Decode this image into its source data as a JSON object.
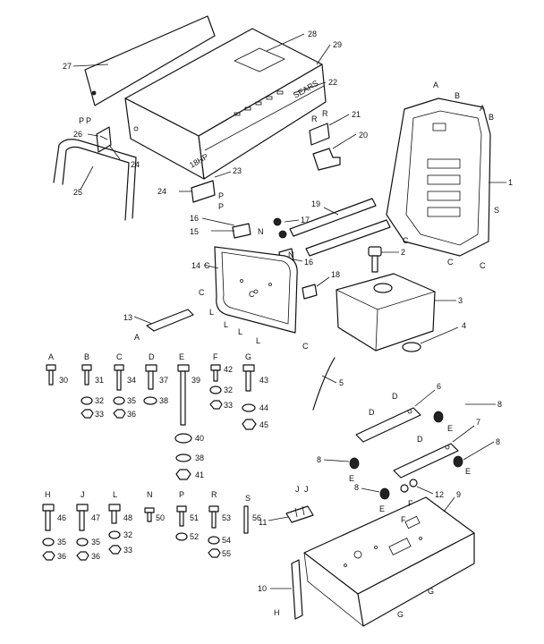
{
  "callouts": {
    "n1": "1",
    "n2": "2",
    "n3": "3",
    "n4": "4",
    "n5": "5",
    "n6": "6",
    "n7": "7",
    "n8a": "8",
    "n8b": "8",
    "n8c": "8",
    "n8d": "8",
    "n9": "9",
    "n10": "10",
    "n11": "11",
    "n12": "12",
    "n13": "13",
    "n14": "14",
    "n15": "15",
    "n16a": "16",
    "n16b": "16",
    "n17": "17",
    "n18": "18",
    "n19": "19",
    "n20": "20",
    "n21": "21",
    "n22": "22",
    "n23": "23",
    "n24a": "24",
    "n24b": "24",
    "n25": "25",
    "n26": "26",
    "n27": "27",
    "n28": "28",
    "n29": "29"
  },
  "letters": {
    "A1": "A",
    "B1": "B",
    "A2": "A",
    "B2": "B",
    "S1": "S",
    "C1": "C",
    "C2": "C",
    "C3": "C",
    "P1": "P",
    "P2": "P",
    "P3": "P",
    "P4": "P",
    "R1": "R",
    "R2": "R",
    "N1": "N",
    "N2": "N",
    "C4": "C",
    "C5": "C",
    "C6": "C",
    "C7": "C",
    "L1": "L",
    "L2": "L",
    "L3": "L",
    "L4": "L",
    "A3": "A",
    "D1": "D",
    "D2": "D",
    "E1": "E",
    "E2": "E",
    "E3": "E",
    "D3": "D",
    "E4": "E",
    "F1": "F",
    "F2": "F",
    "G1": "G",
    "G2": "G",
    "H1": "H",
    "J1": "J",
    "J2": "J",
    "S2": "S",
    "E5": "E"
  },
  "hardware": {
    "row1": [
      {
        "letter": "A",
        "bolt": "30",
        "parts": []
      },
      {
        "letter": "B",
        "bolt": "31",
        "parts": [
          "32",
          "33"
        ]
      },
      {
        "letter": "C",
        "bolt": "34",
        "parts": [
          "35",
          "36"
        ]
      },
      {
        "letter": "D",
        "bolt": "37",
        "parts": [
          "38"
        ]
      },
      {
        "letter": "E",
        "bolt": "39",
        "parts": [
          "40",
          "38",
          "41"
        ]
      },
      {
        "letter": "F",
        "bolt": "42",
        "parts": [
          "32",
          "33"
        ]
      },
      {
        "letter": "G",
        "bolt": "43",
        "parts": [
          "44",
          "45"
        ]
      }
    ],
    "row2": [
      {
        "letter": "H",
        "bolt": "46",
        "parts": [
          "35",
          "36"
        ]
      },
      {
        "letter": "J",
        "bolt": "47",
        "parts": [
          "35",
          "36"
        ]
      },
      {
        "letter": "L",
        "bolt": "48",
        "parts": [
          "32",
          "33"
        ]
      },
      {
        "letter": "N",
        "bolt": "50",
        "parts": []
      },
      {
        "letter": "P",
        "bolt": "51",
        "parts": [
          "52"
        ]
      },
      {
        "letter": "R",
        "bolt": "53",
        "parts": [
          "54",
          "55"
        ]
      },
      {
        "letter": "S",
        "bolt": "56",
        "parts": []
      }
    ]
  },
  "hood": {
    "badge_left": "18HP",
    "badge_right": "SEARS"
  }
}
